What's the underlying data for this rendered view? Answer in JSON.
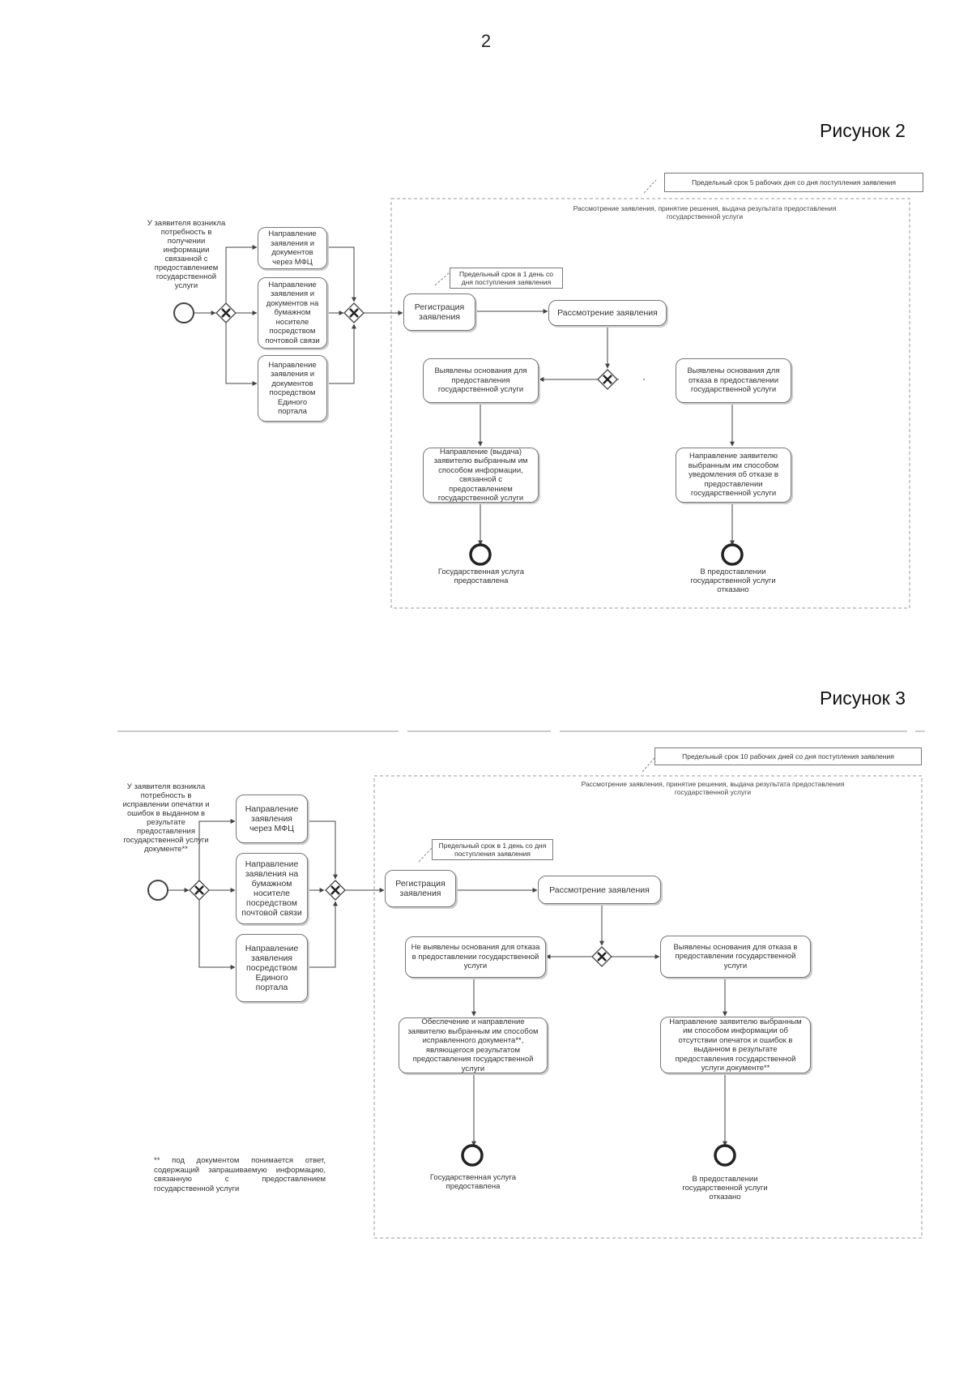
{
  "page_number": "2",
  "fig2": {
    "title": "Рисунок 2",
    "deadline": "Предельный срок 5 рабочих дня со дня поступления заявления",
    "pool": "Рассмотрение заявления, принятие решения, выдача результата предоставления государственной услуги",
    "reg_deadline": "Предельный срок в 1 день со дня поступления заявления",
    "start": "У заявителя возникла потребность в получении информации связанной с предоставлением государственной услуги",
    "ch1": "Направление заявления и документов через МФЦ",
    "ch2": "Направление заявления и документов на бумажном носителе посредством почтовой связи",
    "ch3": "Направление заявления и документов посредством Единого портала",
    "registration": "Регистрация заявления",
    "review": "Рассмотрение заявления",
    "left_cond": "Выявлены основания для предоставления государственной услуги",
    "right_cond": "Выявлены основания для отказа в предоставлении государственной услуги",
    "left_action": "Направление (выдача) заявителю выбранным им способом информации, связанной с предоставлением государственной услуги",
    "right_action": "Направление заявителю выбранным им способом уведомления об отказе в предоставлении государственной услуги",
    "left_end": "Государственная услуга предоставлена",
    "right_end": "В предоставлении государственной услуги отказано"
  },
  "fig3": {
    "title": "Рисунок 3",
    "deadline": "Предельный срок 10 рабочих дней со дня поступления заявления",
    "pool": "Рассмотрение заявления, принятие решения, выдача результата предоставления государственной услуги",
    "reg_deadline": "Предельный срок в 1 день со дня поступления заявления",
    "start": "У заявителя возникла потребность в исправлении опечатки и ошибок в выданном в результате предоставления государственной услуги документе**",
    "ch1": "Направление заявления через МФЦ",
    "ch2": "Направление заявления на бумажном носителе посредством почтовой связи",
    "ch3": "Направление заявления посредством Единого портала",
    "registration": "Регистрация заявления",
    "review": "Рассмотрение заявления",
    "left_cond": "Не выявлены основания для отказа в предоставлении государственной услуги",
    "right_cond": "Выявлены основания для отказа в предоставлении государственной услуги",
    "left_action": "Обеспечение и направление заявителю выбранным им способом исправленного документа**, являющегося результатом предоставления государственной услуги",
    "right_action": "Направление заявителю выбранным им способом информации об отсутствии опечаток и ошибок в выданном в результате предоставления государственной услуги документе**",
    "left_end": "Государственная услуга предоставлена",
    "right_end": "В предоставлении государственной услуги отказано",
    "footnote": "** под документом понимается ответ, содержащий запрашиваемую информацию, связанную с предоставлением государственной услуги"
  }
}
